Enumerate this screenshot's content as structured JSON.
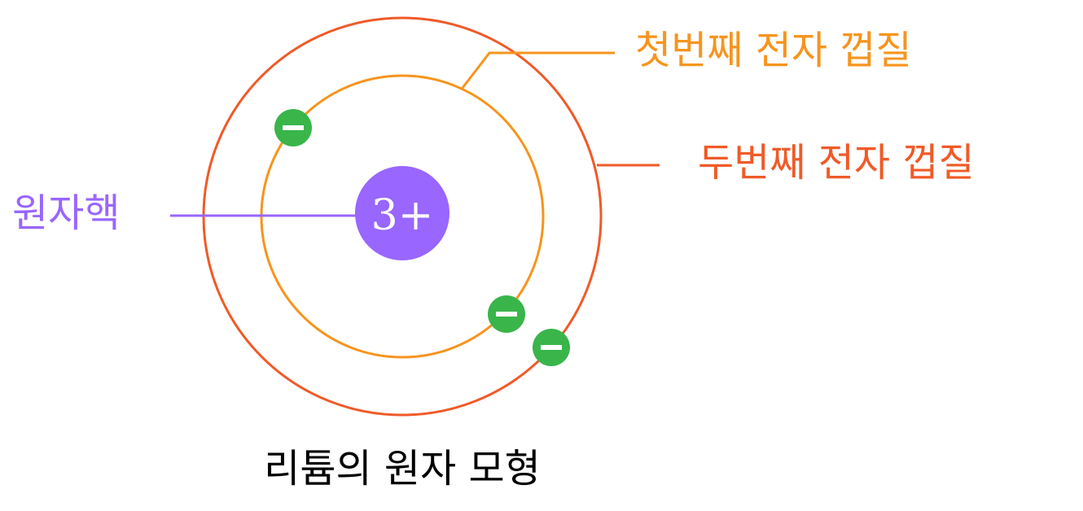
{
  "title": "리튬의 원자 모형",
  "labels": {
    "nucleus": "원자핵",
    "first_shell": "첫번째 전자 껍질",
    "second_shell": "두번째 전자 껍질"
  },
  "nucleus_charge": "3+",
  "electron_symbol": "−",
  "colors": {
    "nucleus": "#9966ff",
    "first_shell": "#f7941d",
    "second_shell": "#f05a28",
    "electron": "#39b54a",
    "title": "#000000"
  }
}
